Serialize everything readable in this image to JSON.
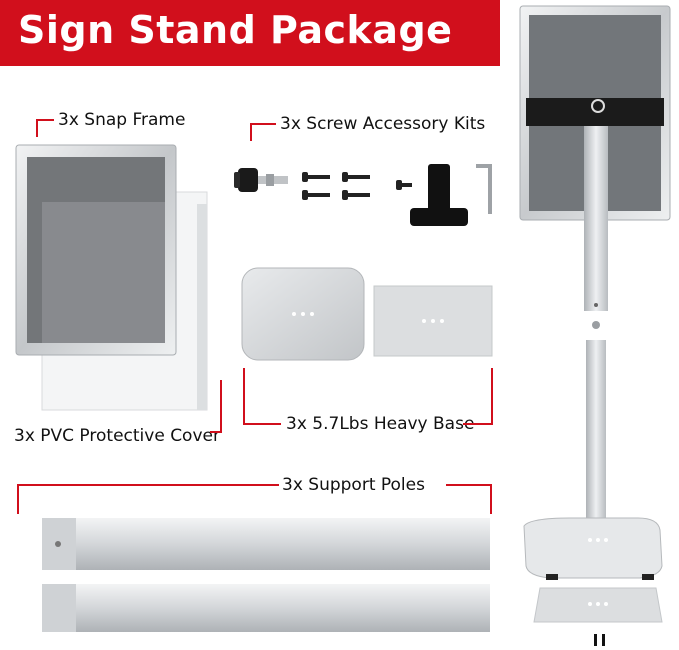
{
  "banner": {
    "title": "Sign Stand Package"
  },
  "labels": {
    "snap_frame": "3x Snap Frame",
    "screw_kits": "3x Screw Accessory Kits",
    "pvc_cover": "3x PVC Protective Cover",
    "heavy_base": "3x 5.7Lbs Heavy Base",
    "support_poles": "3x Support Poles"
  },
  "colors": {
    "banner_red": "#d10f1c",
    "callout_red": "#d10f1c",
    "frame_silver": "#c9ccd0",
    "sign_gray": "#6e7276"
  }
}
